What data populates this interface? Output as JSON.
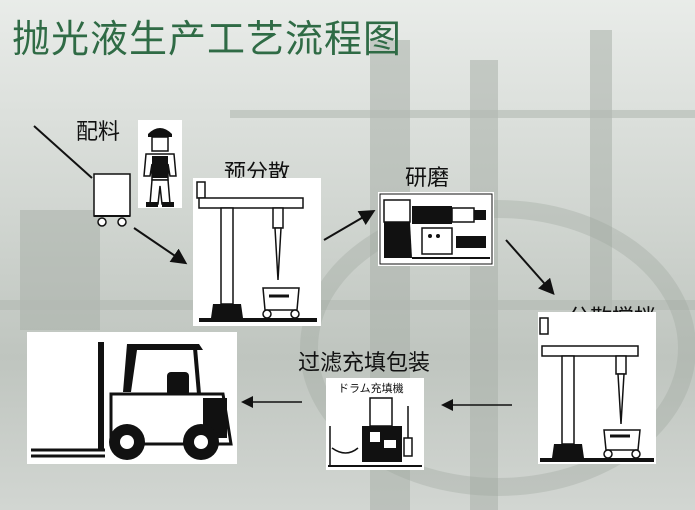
{
  "title": "抛光液生产工艺流程图",
  "steps": {
    "batching": "配料",
    "predispersion": "预分散",
    "grinding": "研磨",
    "dispersion_mixing": "分散搅拌",
    "filter_fill_pack": "过滤充填包装"
  },
  "machine_caption": "ドラム充填機"
}
